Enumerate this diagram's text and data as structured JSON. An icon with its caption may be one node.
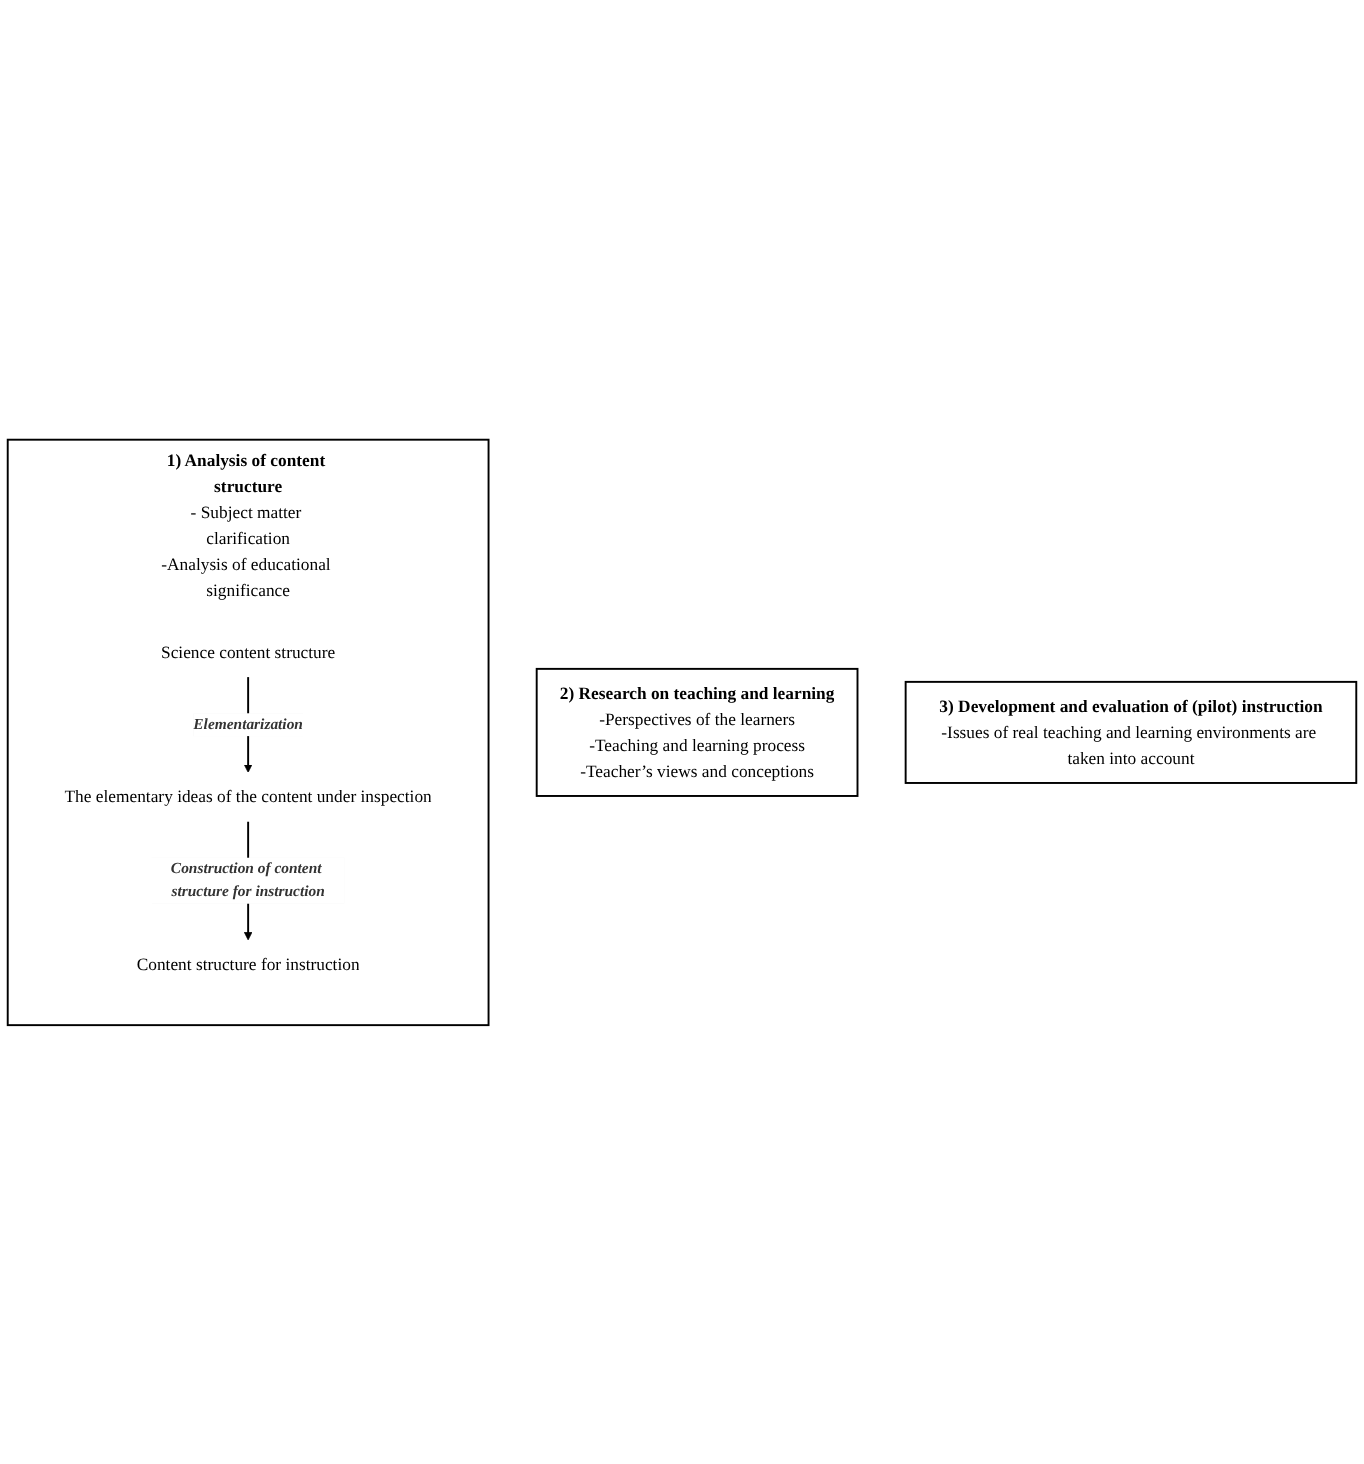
{
  "diagram": {
    "nodes": [
      {
        "text": [
          "1) Analysis of content structure",
          "- Subject matter clarification",
          "-Analysis of educational significance"
        ]
      },
      {
        "text": [
          "Science content structure"
        ],
        "in": 0
      },
      {
        "text": [
          "Content structure for instruction"
        ],
        "in": 0
      },
      {
        "text": [
          "The elementary ideas of the content under inspection"
        ],
        "in": 0
      },
      {
        "text": [
          "2) Research on teaching and learning",
          "-Perspectives of the learners",
          "-Teaching and learning process",
          "-Teacher’s views and conceptions"
        ]
      },
      {
        "text": [
          "3) Development and evaluation of (pilot) instruction",
          "-Issues of real teaching and learning environments are taken into account"
        ]
      }
    ],
    "edges": [
      {
        "from": 1,
        "to": 3,
        "arrow": "to",
        "label": "Elementarization"
      },
      {
        "from": 3,
        "to": 2,
        "arrow": "to",
        "label": "Construction of content structure for instruction"
      }
    ]
  }
}
